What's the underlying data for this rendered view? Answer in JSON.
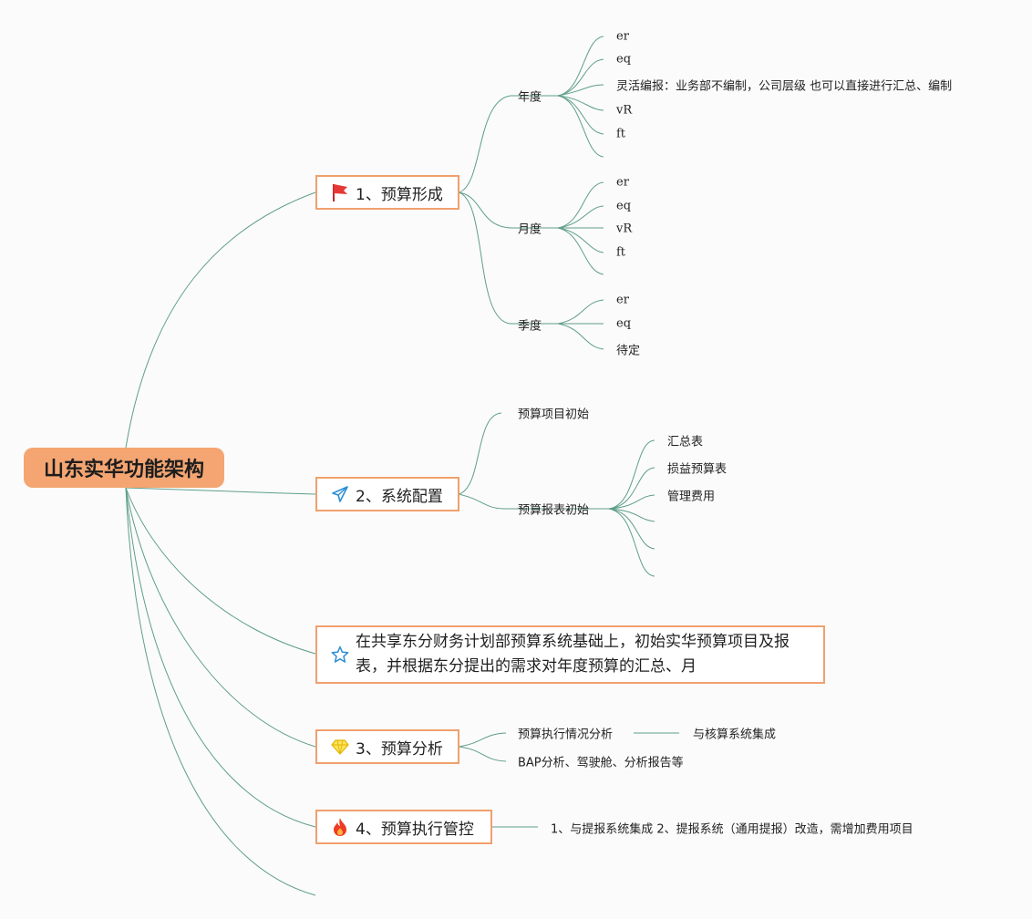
{
  "root": {
    "title": "山东实华功能架构"
  },
  "branches": {
    "formation": {
      "label": "1、预算形成",
      "icon": "red-flag-icon",
      "annual": {
        "label": "年度",
        "items": [
          "er",
          "eq",
          "灵活编报：业务部不编制，公司层级 也可以直接进行汇总、编制",
          "vR",
          "ft",
          ""
        ]
      },
      "monthly": {
        "label": "月度",
        "items": [
          "er",
          "eq",
          "vR",
          "ft",
          ""
        ]
      },
      "quarterly": {
        "label": "季度",
        "items": [
          "er",
          "eq",
          "待定"
        ]
      }
    },
    "config": {
      "label": "2、系统配置",
      "icon": "paper-plane-icon",
      "item_init": "预算项目初始",
      "report_init": {
        "label": "预算报表初始",
        "items": [
          "汇总表",
          "损益预算表",
          "管理费用",
          "",
          "",
          ""
        ]
      }
    },
    "note": {
      "icon": "star-icon",
      "text": "在共享东分财务计划部预算系统基础上，初始实华预算项目及报表，并根据东分提出的需求对年度预算的汇总、月"
    },
    "analysis": {
      "label": "3、预算分析",
      "icon": "diamond-icon",
      "exec_analysis": "预算执行情况分析",
      "exec_analysis_child": "与核算系统集成",
      "bap": "BAP分析、驾驶舱、分析报告等"
    },
    "control": {
      "label": "4、预算执行管控",
      "icon": "fire-icon",
      "detail": "1、与提报系统集成 2、提报系统（通用提报）改造，需增加费用项目"
    }
  },
  "colors": {
    "link": "#5f9e8a",
    "root_fill": "#f4a572",
    "box_border": "#f0a06d"
  }
}
